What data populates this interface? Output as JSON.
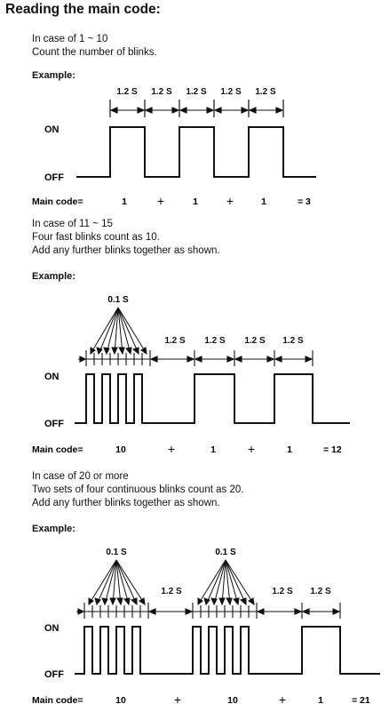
{
  "title": "Reading the main code:",
  "labels": {
    "on": "ON",
    "off": "OFF",
    "main_code": "Main code=",
    "example": "Example:"
  },
  "sections": [
    {
      "lines": [
        "In case of 1 ~ 10",
        "Count the number of blinks."
      ],
      "interval_labels": [
        "1.2 S",
        "1.2 S",
        "1.2 S",
        "1.2 S",
        "1.2 S"
      ],
      "fast_label": "",
      "equation": [
        "1",
        "+",
        "1",
        "+",
        "1",
        "= 3"
      ]
    },
    {
      "lines": [
        "In case of 11 ~ 15",
        "Four fast blinks count as 10.",
        "Add any further blinks together as shown."
      ],
      "interval_labels": [
        "1.2 S",
        "1.2 S",
        "1.2 S",
        "1.2 S"
      ],
      "fast_label": "0.1 S",
      "equation": [
        "10",
        "+",
        "1",
        "+",
        "1",
        "= 12"
      ]
    },
    {
      "lines": [
        "In case of 20 or more",
        "Two sets of four continuous blinks count as 20.",
        "Add any further blinks together as shown."
      ],
      "interval_labels": [
        "1.2 S",
        "1.2 S",
        "1.2 S"
      ],
      "fast_label": "0.1 S",
      "equation": [
        "10",
        "+",
        "10",
        "+",
        "1",
        "= 21"
      ]
    }
  ]
}
